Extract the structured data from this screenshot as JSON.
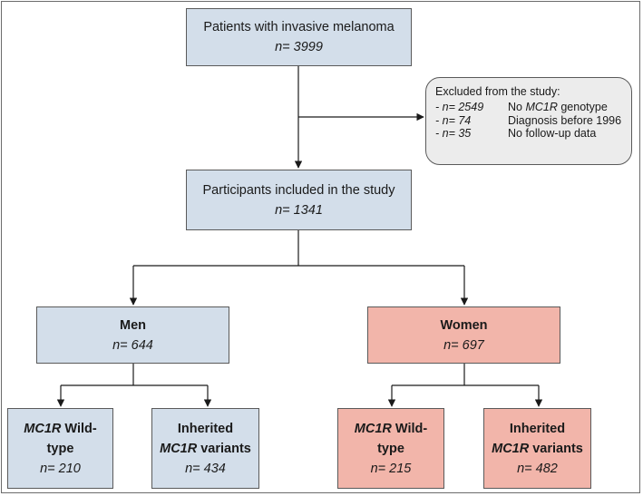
{
  "top": {
    "title": "Patients with invasive melanoma",
    "n": "n= 3999"
  },
  "excluded": {
    "title": "Excluded from the study:",
    "items": [
      {
        "n": "- n= 2549",
        "pre": "No ",
        "gene": "MC1R",
        "post": " genotype"
      },
      {
        "n": "- n= 74",
        "pre": "Diagnosis before 1996",
        "gene": "",
        "post": ""
      },
      {
        "n": "- n= 35",
        "pre": "No follow-up data",
        "gene": "",
        "post": ""
      }
    ]
  },
  "included": {
    "title": "Participants included in the study",
    "n": "n= 1341"
  },
  "men": {
    "title": "Men",
    "n": "n= 644"
  },
  "women": {
    "title": "Women",
    "n": "n= 697"
  },
  "men_wild": {
    "gene": "MC1R",
    "label_a": " Wild-",
    "label_b": "type",
    "n": "n= 210"
  },
  "men_var": {
    "label_a": "Inherited",
    "gene": "MC1R",
    "label_b": " variants",
    "n": "n= 434"
  },
  "women_wild": {
    "gene": "MC1R",
    "label_a": " Wild-",
    "label_b": "type",
    "n": "n= 215"
  },
  "women_var": {
    "label_a": "Inherited",
    "gene": "MC1R",
    "label_b": " variants",
    "n": "n= 482"
  },
  "colors": {
    "blue_box": "#d3deea",
    "pink_box": "#f2b5aa",
    "excluded_box": "#ececec",
    "line": "#1a1a1a"
  }
}
